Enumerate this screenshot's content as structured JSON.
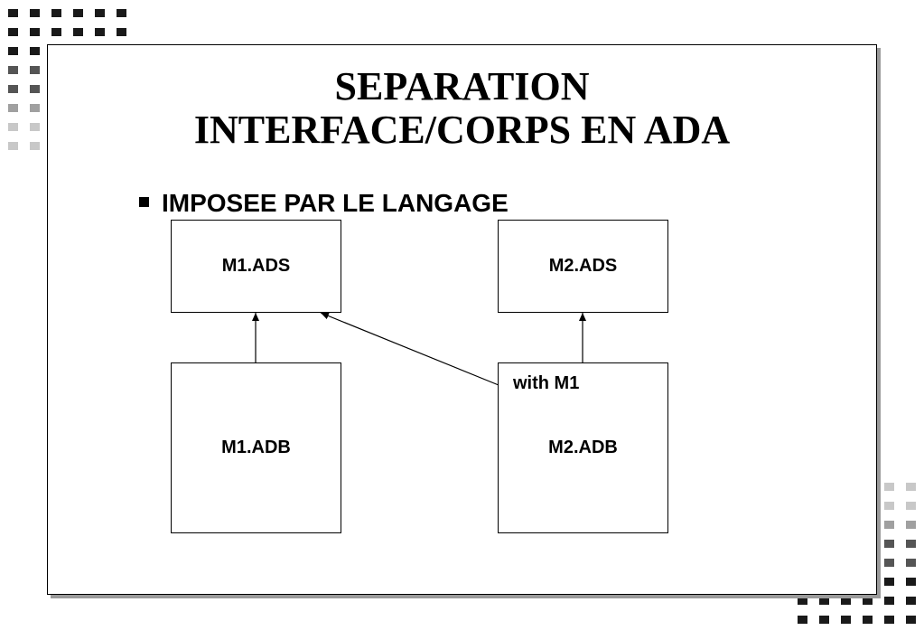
{
  "slide": {
    "title_line1": "SEPARATION",
    "title_line2": "INTERFACE/CORPS EN ADA",
    "bullet": "IMPOSEE PAR LE LANGAGE"
  },
  "diagram": {
    "nodes": {
      "m1_ads": "M1.ADS",
      "m2_ads": "M2.ADS",
      "m1_adb": "M1.ADB",
      "m2_adb": "M2.ADB"
    },
    "edge_label": "with M1"
  },
  "colors": {
    "decor_dark": "#1a1a1a",
    "decor_mid": "#555555",
    "decor_light": "#a0a0a0",
    "decor_pale": "#c8c8c8",
    "shadow": "#9a9a9a"
  }
}
